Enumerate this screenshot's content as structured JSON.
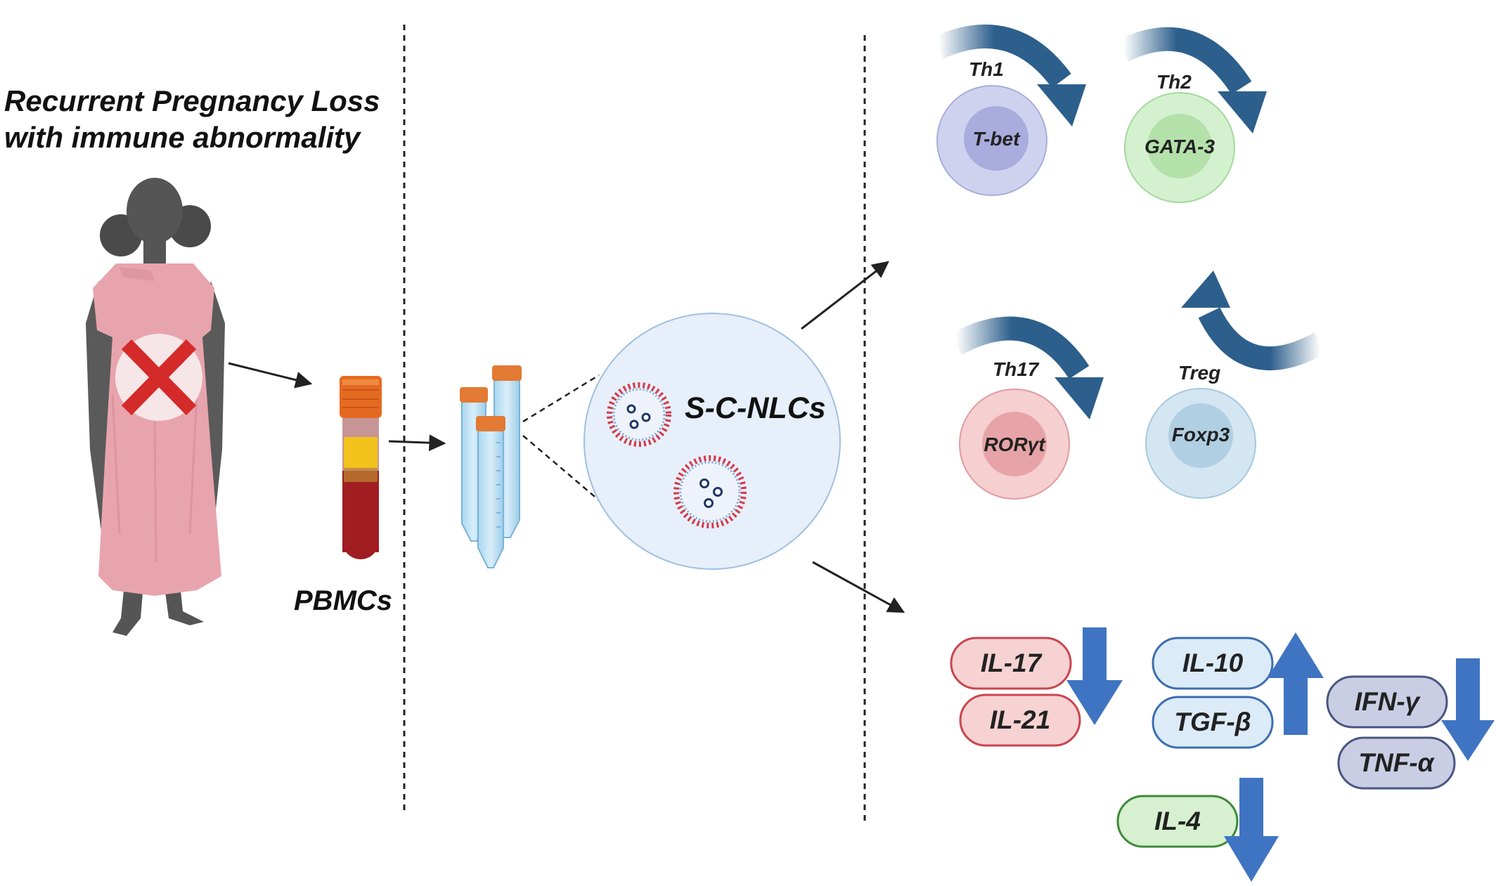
{
  "patient": {
    "title_line1": "Recurrent Pregnancy Loss",
    "title_line2": "with immune abnormality"
  },
  "sample": {
    "pbmcs_label": "PBMCs"
  },
  "treatment": {
    "label": "S-C-NLCs"
  },
  "cells": {
    "th1": {
      "label": "Th1",
      "marker": "T-bet"
    },
    "th2": {
      "label": "Th2",
      "marker": "GATA-3"
    },
    "th17": {
      "label": "Th17",
      "marker": "RORγt"
    },
    "treg": {
      "label": "Treg",
      "marker": "Foxp3"
    }
  },
  "cytokines": {
    "il17": {
      "label": "IL-17"
    },
    "il21": {
      "label": "IL-21"
    },
    "il10": {
      "label": "IL-10"
    },
    "tgfb": {
      "label": "TGF-β"
    },
    "ifng": {
      "label": "IFN-γ"
    },
    "tnfa": {
      "label": "TNF-α"
    },
    "il4": {
      "label": "IL-4"
    }
  },
  "colors": {
    "curved_arrow": "#2d5f8c",
    "block_arrow": "#3f74c2",
    "dashed_divider": "#222222",
    "dress": "#e8a4ad",
    "skin": "#5f5f5f",
    "cross": "#d42a2a",
    "nlc_circle": "#e6effa",
    "nanoparticle_shell": "#d43a4a",
    "th1_cell": "#cfd2ef",
    "th2_cell": "#cdeec8",
    "th17_cell": "#f3c3c5",
    "treg_cell": "#cbe0ee"
  }
}
